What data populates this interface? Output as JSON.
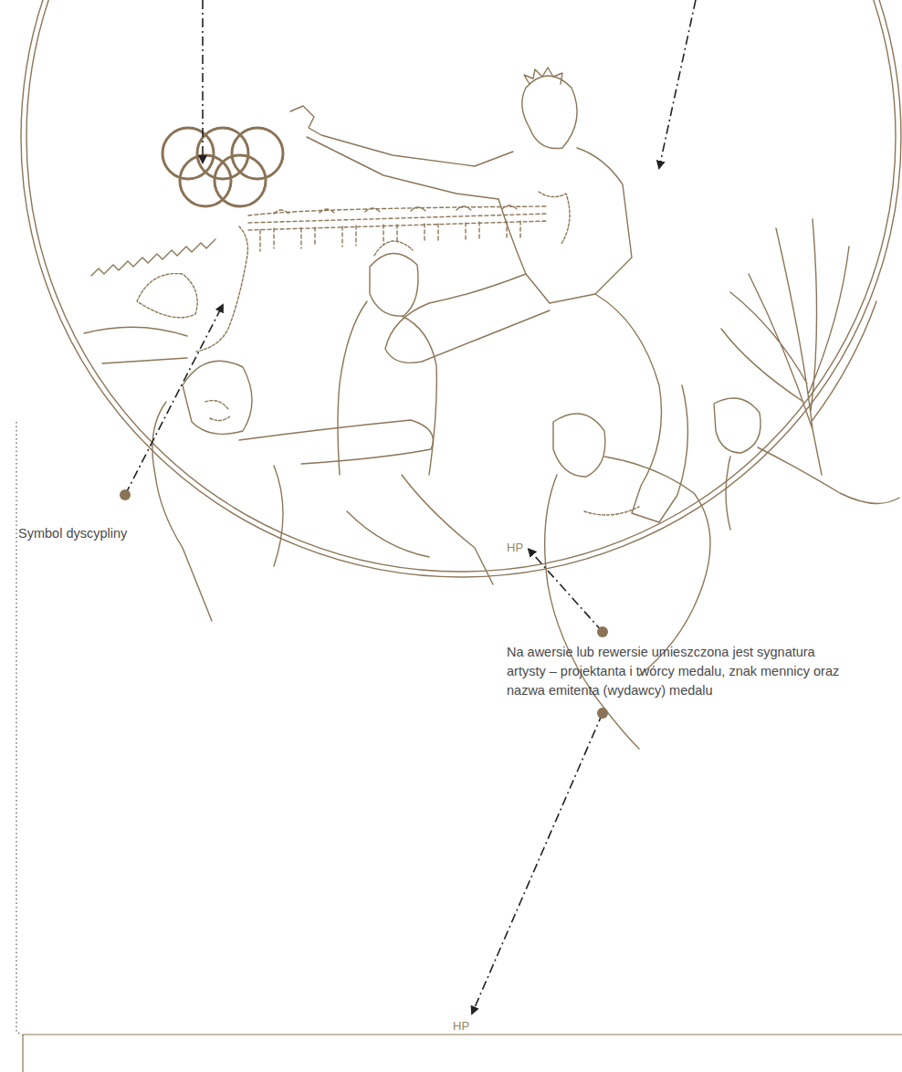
{
  "diagram": {
    "labels": [
      "Symbol dyscypliny",
      "HP",
      "Na awersie lub rewersie umieszczona jest sygnatura artysty – projektanta i twórcy medalu, znak mennicy oraz nazwa emitenta (wydawcy) medalu",
      "HP"
    ]
  }
}
